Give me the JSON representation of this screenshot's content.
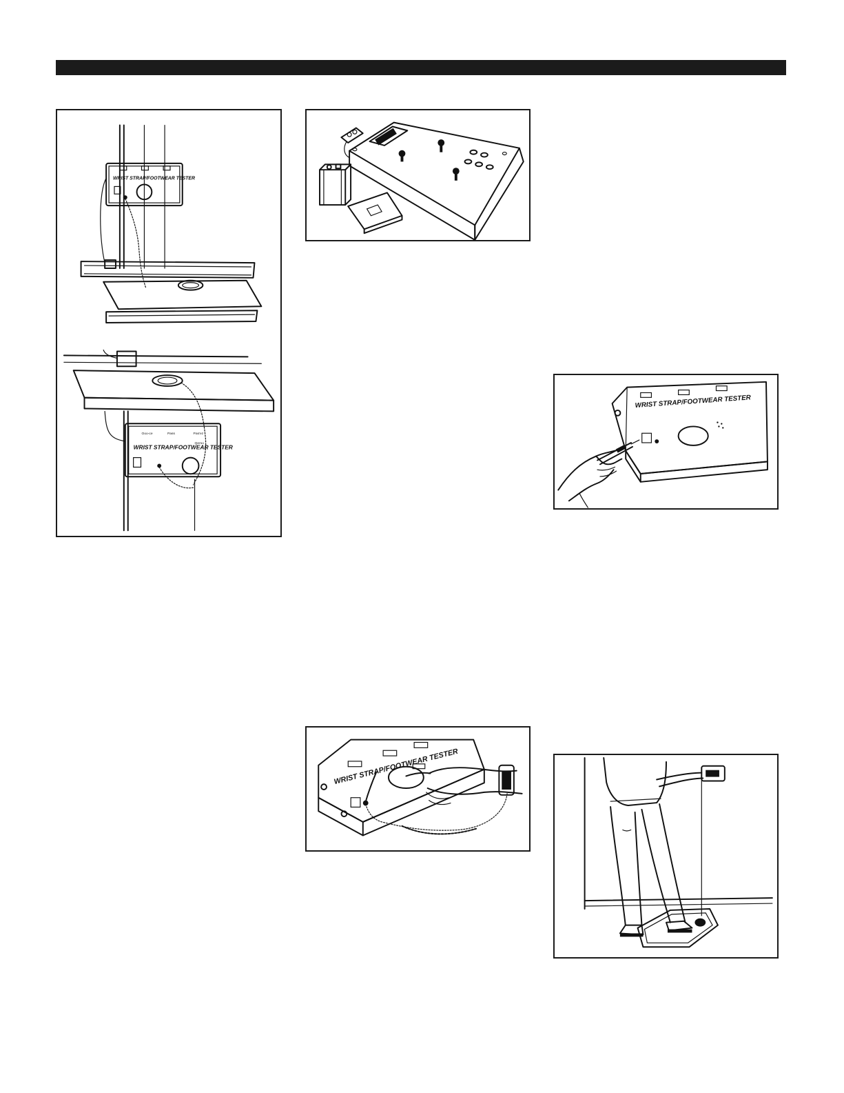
{
  "page": {
    "header_bar_color": "#1b1b1b"
  },
  "figures": {
    "wall_mount": {
      "upper_label": "WRIST STRAP/FOOTWEAR TESTER",
      "lower_label": "WRIST STRAP/FOOTWEAR TESTER",
      "lower_buttons": [
        "Ooo-ce",
        "Pass",
        "Pas'ez",
        "Qemo"
      ]
    },
    "battery_back": {},
    "probe_test": {
      "label": "WRIST STRAP/FOOTWEAR TESTER"
    },
    "finger_test": {
      "label": "WRIST STRAP/FOOTWEAR TESTER"
    },
    "footwear_test": {}
  }
}
